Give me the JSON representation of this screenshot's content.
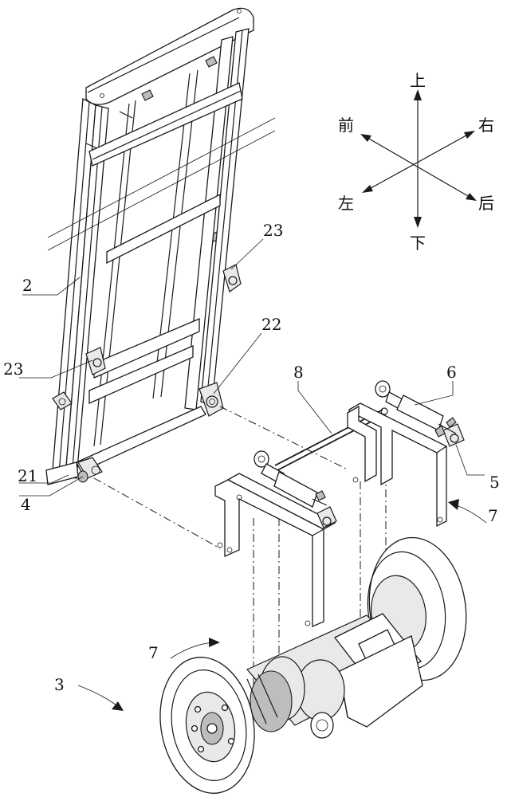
{
  "labels": {
    "frame": "2",
    "wheel_assembly": "3",
    "pin": "4",
    "bolt": "5",
    "cylinder": "6",
    "bracket_left": "7",
    "bracket_right": "7",
    "axle": "8",
    "frame_bottom": "21",
    "lug_lower": "22",
    "lug_upper_right": "23",
    "lug_left": "23"
  },
  "compass": {
    "up": "上",
    "down": "下",
    "front": "前",
    "back": "后",
    "left": "左",
    "right": "右"
  }
}
